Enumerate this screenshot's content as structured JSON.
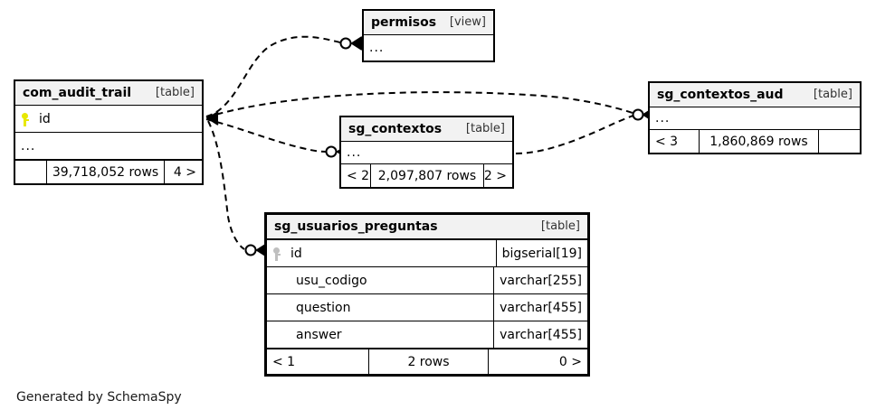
{
  "diagram": {
    "kind": "schemaspy-er-diagram",
    "credit": "Generated by SchemaSpy",
    "colors": {
      "background": "#ffffff",
      "border": "#000000",
      "header_fill": "#f2f2f2",
      "primary_key": "#e8e800",
      "foreign_key": "#bfbfbf",
      "edge": "#000000"
    }
  },
  "tables": [
    {
      "id": "com_audit_trail",
      "name": "com_audit_trail",
      "type_label": "[table]",
      "focus": false,
      "columns": [
        {
          "key": "primary",
          "key_icon": "key-icon-primary",
          "name": "id",
          "type": ""
        }
      ],
      "has_more_columns": true,
      "more_columns_label": "...",
      "footer": {
        "left": "",
        "middle": "39,718,052 rows",
        "right": "4 >"
      }
    },
    {
      "id": "permisos",
      "name": "permisos",
      "type_label": "[view]",
      "focus": false,
      "columns": [],
      "has_more_columns": true,
      "more_columns_label": "...",
      "footer": null
    },
    {
      "id": "sg_contextos",
      "name": "sg_contextos",
      "type_label": "[table]",
      "focus": false,
      "columns": [],
      "has_more_columns": true,
      "more_columns_label": "...",
      "footer": {
        "left": "< 2",
        "middle": "2,097,807 rows",
        "right": "2 >"
      }
    },
    {
      "id": "sg_contextos_aud",
      "name": "sg_contextos_aud",
      "type_label": "[table]",
      "focus": false,
      "columns": [],
      "has_more_columns": true,
      "more_columns_label": "...",
      "footer": {
        "left": "< 3",
        "middle": "1,860,869 rows",
        "right": ""
      }
    },
    {
      "id": "sg_usuarios_preguntas",
      "name": "sg_usuarios_preguntas",
      "type_label": "[table]",
      "focus": true,
      "columns": [
        {
          "key": "foreign",
          "key_icon": "key-icon-foreign",
          "name": "id",
          "type": "bigserial[19]"
        },
        {
          "key": "none",
          "key_icon": "",
          "name": "usu_codigo",
          "type": "varchar[255]"
        },
        {
          "key": "none",
          "key_icon": "",
          "name": "question",
          "type": "varchar[455]"
        },
        {
          "key": "none",
          "key_icon": "",
          "name": "answer",
          "type": "varchar[455]"
        }
      ],
      "has_more_columns": false,
      "more_columns_label": "",
      "footer": {
        "left": "< 1",
        "middle": "2 rows",
        "right": "0 >"
      }
    }
  ],
  "relationships": [
    {
      "from": "com_audit_trail",
      "to": "permisos",
      "style": "dashed",
      "cardinality": "zero-or-many"
    },
    {
      "from": "com_audit_trail",
      "to": "sg_contextos_aud",
      "style": "dashed",
      "cardinality": "zero-or-many"
    },
    {
      "from": "com_audit_trail",
      "to": "sg_contextos",
      "style": "dashed",
      "cardinality": "zero-or-many"
    },
    {
      "from": "com_audit_trail",
      "to": "sg_usuarios_preguntas",
      "style": "dashed",
      "cardinality": "zero-or-many"
    },
    {
      "from": "sg_contextos",
      "to": "sg_contextos_aud",
      "style": "dashed",
      "cardinality": "zero-or-many"
    }
  ]
}
